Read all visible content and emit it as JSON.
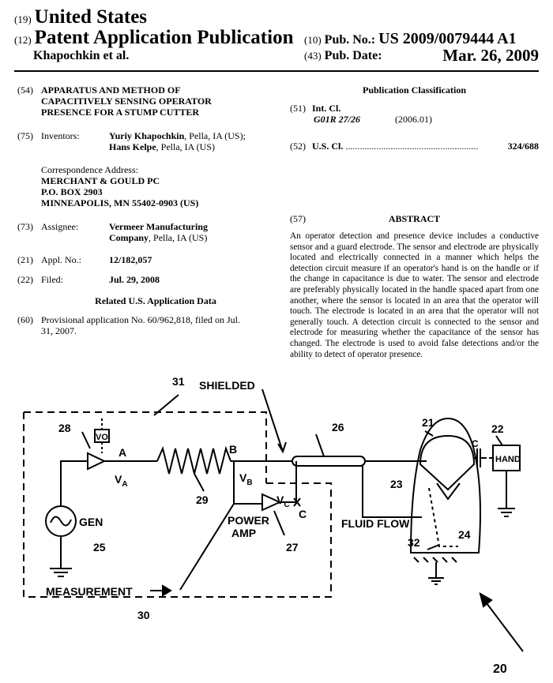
{
  "header": {
    "code19": "(19)",
    "country": "United States",
    "code12": "(12)",
    "doc_type": "Patent Application Publication",
    "authors": "Khapochkin et al.",
    "code10": "(10)",
    "pub_no_label": "Pub. No.:",
    "pub_no": "US 2009/0079444 A1",
    "code43": "(43)",
    "pub_date_label": "Pub. Date:",
    "pub_date": "Mar. 26, 2009"
  },
  "left": {
    "code54": "(54)",
    "title_lines": [
      "APPARATUS AND METHOD OF",
      "CAPACITIVELY SENSING OPERATOR",
      "PRESENCE FOR A STUMP CUTTER"
    ],
    "code75": "(75)",
    "inventors_label": "Inventors:",
    "inventor1_name": "Yuriy Khapochkin",
    "inventor1_loc": ", Pella, IA (US);",
    "inventor2_name": "Hans Kelpe",
    "inventor2_loc": ", Pella, IA (US)",
    "corr_label": "Correspondence Address:",
    "corr_lines": [
      "MERCHANT & GOULD PC",
      "P.O. BOX 2903",
      "MINNEAPOLIS, MN 55402-0903 (US)"
    ],
    "code73": "(73)",
    "assignee_label": "Assignee:",
    "assignee_line1": "Vermeer Manufacturing",
    "assignee_line2_bold": "Company",
    "assignee_line2_rest": ", Pella, IA (US)",
    "code21": "(21)",
    "appl_label": "Appl. No.:",
    "appl_no": "12/182,057",
    "code22": "(22)",
    "filed_label": "Filed:",
    "filed_date": "Jul. 29, 2008",
    "related_heading": "Related U.S. Application Data",
    "code60": "(60)",
    "provisional_lines": [
      "Provisional application No. 60/962,818, filed on Jul.",
      "31, 2007."
    ]
  },
  "right": {
    "pub_class_heading": "Publication Classification",
    "code51": "(51)",
    "intcl_label": "Int. Cl.",
    "intcl_code": "G01R 27/26",
    "intcl_year": "(2006.01)",
    "code52": "(52)",
    "uscl_label": "U.S. Cl.",
    "uscl_dots": "........................................................",
    "uscl_value": "324/688",
    "code57": "(57)",
    "abstract_heading": "ABSTRACT",
    "abstract_text": "An operator detection and presence device includes a conductive sensor and a guard electrode. The sensor and electrode are physically located and electrically connected in a manner which helps the detection circuit measure if an operator's hand is on the handle or if the change in capacitance is due to water. The sensor and electrode are preferably physically located in the handle spaced apart from one another, where the sensor is located in an area that the operator will touch. The electrode is located in an area that the operator will not generally touch. A detection circuit is connected to the sensor and electrode for measuring whether the capacitance of the sensor has changed. The electrode is used to avoid false detections and/or the ability to detect of operator presence."
  },
  "figure": {
    "ref31": "31",
    "shielded": "SHIELDED",
    "ref28": "28",
    "vo": "VO",
    "node_a": "A",
    "va": "V",
    "va_sub": "A",
    "node_b": "B",
    "vb": "V",
    "vb_sub": "B",
    "ref26": "26",
    "ref21": "21",
    "ref22": "22",
    "node_c_top": "C",
    "hand": "HAND",
    "ref23": "23",
    "ref29": "29",
    "vc": "V",
    "vc_sub": "C",
    "node_c": "C",
    "gen": "GEN",
    "ref25": "25",
    "power": "POWER",
    "amp": "AMP",
    "ref27": "27",
    "fluid_flow": "FLUID  FLOW",
    "ref32": "32",
    "ref24": "24",
    "measurement": "MEASUREMENT",
    "ref30": "30",
    "ref20": "20"
  }
}
